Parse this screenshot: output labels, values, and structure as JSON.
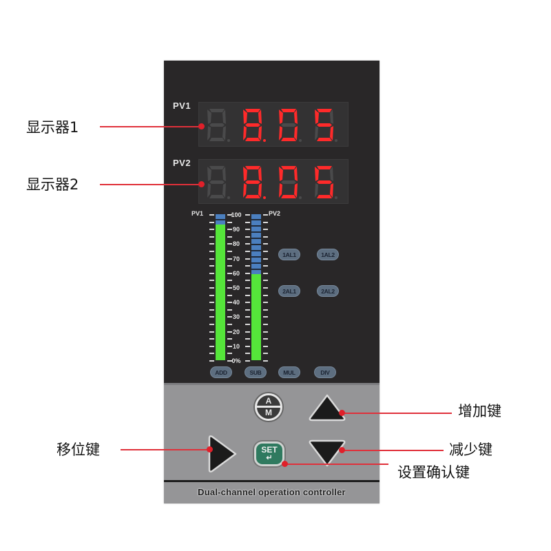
{
  "device": {
    "model_caption": "Dual-channel operation controller",
    "colors": {
      "panel": "#292728",
      "keypad": "#959597",
      "led_on": "#ff2a2a",
      "led_off": "#4a4a4b",
      "bar_green": "#55e53a",
      "bar_blue": "#4b7fbf",
      "set_key": "#2f7a5f",
      "callout_line": "#e0303a"
    },
    "displays": [
      {
        "label": "PV1",
        "digits": [
          "",
          "8",
          "0",
          "5"
        ],
        "decimal_after_digit": 2,
        "value": "80.5"
      },
      {
        "label": "PV2",
        "digits": [
          "",
          "8",
          "0",
          "5"
        ],
        "decimal_after_digit": 2,
        "value": "80.5"
      }
    ],
    "bargraph": {
      "left_caption": "PV1",
      "right_caption": "PV2",
      "scale_labels": [
        "100",
        "90",
        "80",
        "70",
        "60",
        "50",
        "40",
        "30",
        "20",
        "10",
        "0%"
      ],
      "pv1_percent": 93,
      "pv2_percent": 59
    },
    "indicators": {
      "alarms": [
        "1AL1",
        "1AL2",
        "2AL1",
        "2AL2"
      ],
      "operations": [
        "ADD",
        "SUB",
        "MUL",
        "DIV"
      ]
    },
    "keys": {
      "am": {
        "top": "A",
        "bottom": "M"
      },
      "set": {
        "label": "SET",
        "enter_glyph": "↵"
      }
    }
  },
  "callouts": {
    "display1": "显示器1",
    "display2": "显示器2",
    "shift_key": "移位键",
    "increase_key": "增加键",
    "decrease_key": "减少键",
    "set_confirm_key": "设置确认键"
  }
}
